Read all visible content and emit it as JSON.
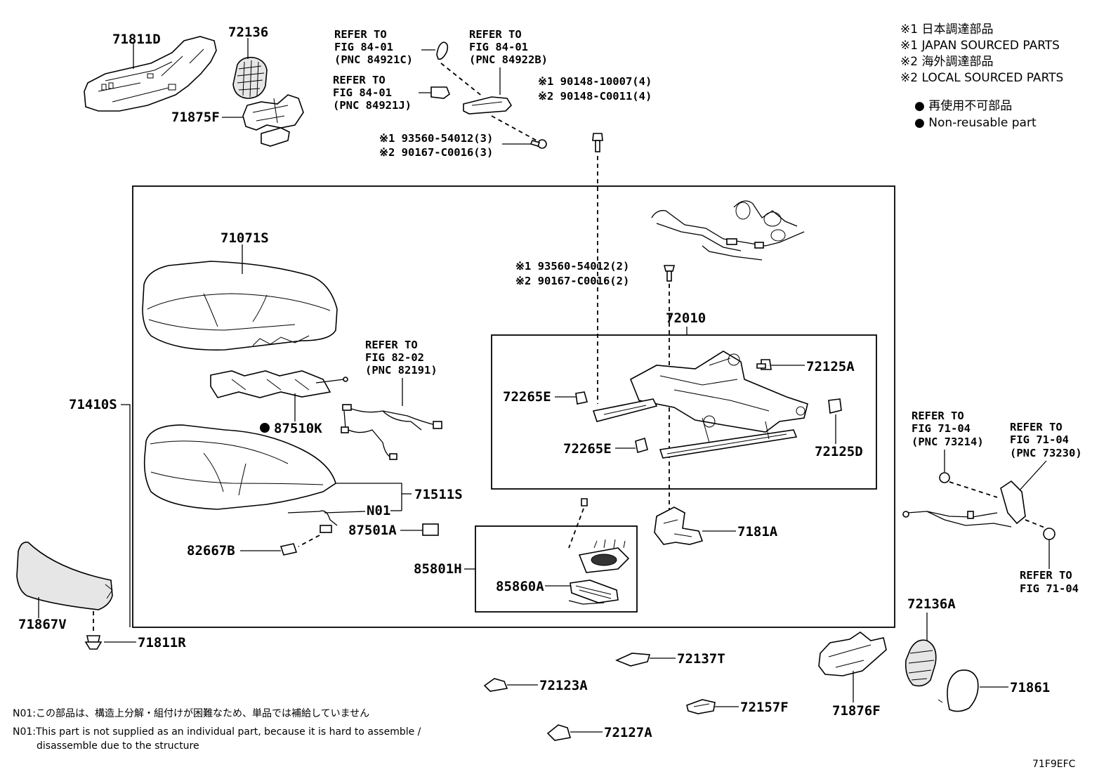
{
  "legend": {
    "line1": "※1 日本調達部品",
    "line2": "※1 JAPAN SOURCED PARTS",
    "line3": "※2 海外調達部品",
    "line4": "※2 LOCAL SOURCED PARTS",
    "line5": "● 再使用不可部品",
    "line6": "● Non-reusable part"
  },
  "parts": {
    "p71811D": "71811D",
    "p72136": "72136",
    "p71875F": "71875F",
    "p71071S": "71071S",
    "p71410S": "71410S",
    "p87510K": "87510K",
    "p71511S": "71511S",
    "p N01": "N01",
    "pN01": "N01",
    "p87501A": "87501A",
    "p82667B": "82667B",
    "p85801H": "85801H",
    "p85860A": "85860A",
    "p71867V": "71867V",
    "p71811R": "71811R",
    "p72010": "72010",
    "p72125A": "72125A",
    "p72265E_1": "72265E",
    "p72265E_2": "72265E",
    "p72125D": "72125D",
    "p7181A": "7181A",
    "p72136A": "72136A",
    "p72137T": "72137T",
    "p72123A": "72123A",
    "p72157F": "72157F",
    "p72127A": "72127A",
    "p71876F": "71876F",
    "p71861": "71861"
  },
  "fasteners": {
    "f1a": "※1 90148-10007(4)",
    "f1b": "※2 90148-C0011(4)",
    "f2a": "※1 93560-54012(3)",
    "f2b": "※2 90167-C0016(3)",
    "f3a": "※1 93560-54012(2)",
    "f3b": "※2 90167-C0016(2)"
  },
  "refs": {
    "r1": [
      "REFER TO",
      "FIG 84-01",
      "(PNC 84921C)"
    ],
    "r2": [
      "REFER TO",
      "FIG 84-01",
      "(PNC 84922B)"
    ],
    "r3": [
      "REFER TO",
      "FIG 84-01",
      "(PNC 84921J)"
    ],
    "r4": [
      "REFER TO",
      "FIG 82-02",
      "(PNC 82191)"
    ],
    "r5": [
      "REFER TO",
      "FIG 71-04",
      "(PNC 73214)"
    ],
    "r6": [
      "REFER TO",
      "FIG 71-04",
      "(PNC 73230)"
    ],
    "r7": [
      "REFER TO",
      "FIG 71-04"
    ]
  },
  "notes": {
    "n1": "N01:この部品は、構造上分解・組付けが困難なため、単品では補給していません",
    "n2": "N01:This part is not supplied as an individual part, because it is hard to assemble /",
    "n3": "disassemble due to the structure"
  },
  "figure_code": "71F9EFC"
}
